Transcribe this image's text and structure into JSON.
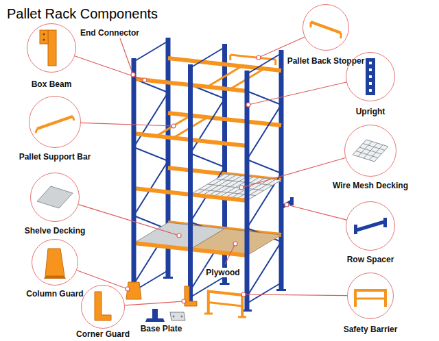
{
  "diagram": {
    "title": "Pallet Rack Components",
    "nodes": [
      {
        "text": [
          "Box Beam"
        ]
      },
      {
        "text": [
          "Pallet Back Stopper"
        ]
      },
      {
        "text": [
          "Upright"
        ]
      },
      {
        "text": [
          "Pallet Support Bar"
        ]
      },
      {
        "text": [
          "Wire Mesh Decking"
        ]
      },
      {
        "text": [
          "Shelve Decking"
        ]
      },
      {
        "text": [
          "Row Spacer"
        ]
      },
      {
        "text": [
          "Column Guard"
        ]
      },
      {
        "text": [
          "Safety Barrier"
        ]
      },
      {
        "text": [
          "Corner Guard"
        ]
      }
    ],
    "labels": [
      "End Connector",
      "Plywood",
      "Base Plate"
    ]
  }
}
